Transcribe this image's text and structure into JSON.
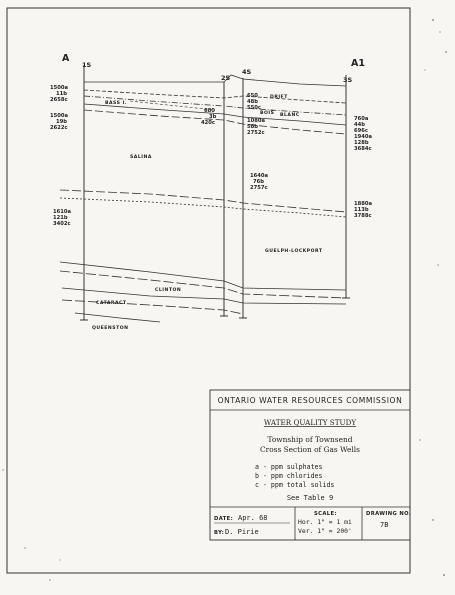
{
  "section": {
    "start_label": "A",
    "end_label": "A1"
  },
  "wells": [
    {
      "id": "1S"
    },
    {
      "id": "2S"
    },
    {
      "id": "4S"
    },
    {
      "id": "3S"
    }
  ],
  "formations": {
    "drift": "DRIFT",
    "bass_islands": "BASS I.",
    "bois_blanc": "BLANC",
    "bois_prefix": "BOIS",
    "salina": "SALINA",
    "guelph_lockport": "GUELPH-LOCKPORT",
    "clinton": "CLINTON",
    "cataract": "CATARACT",
    "queenston": "QUEENSTON"
  },
  "well_data": {
    "w1_upper": [
      "1500a",
      "11b",
      "2658c"
    ],
    "w1_mid": [
      "1500a",
      "19b",
      "2622c"
    ],
    "w1_low": [
      "1610a",
      "121b",
      "3402c"
    ],
    "w2_mid": [
      "680",
      "3b",
      "420c"
    ],
    "w4_upper": [
      "650",
      "48b",
      "550c"
    ],
    "w4_mid": [
      "1080a",
      "58b",
      "2752c"
    ],
    "w4_low": [
      "1640a",
      "76b",
      "2757c"
    ],
    "w3_upper": [
      "760a",
      "44b",
      "696c",
      "1940a",
      "128b",
      "3684c"
    ],
    "w3_low": [
      "1880a",
      "113b",
      "3788c"
    ]
  },
  "title_block": {
    "organization": "ONTARIO WATER RESOURCES COMMISSION",
    "study": "WATER QUALITY STUDY",
    "location": "Township of Townsend",
    "subtitle": "Cross Section of Gas Wells",
    "legend": [
      "a - ppm sulphates",
      "b - ppm chlorides",
      "c - ppm total solids"
    ],
    "see_table": "See Table 9",
    "date_label": "DATE:",
    "date_value": "Apr. 68",
    "by_label": "BY:",
    "by_value": "D. Pirie",
    "scale_label": "SCALE:",
    "scale_hor": "Hor. 1\" = 1 mi",
    "scale_ver": "Ver. 1\" = 200'",
    "drawing_label": "DRAWING NO.",
    "drawing_value": "7B"
  }
}
